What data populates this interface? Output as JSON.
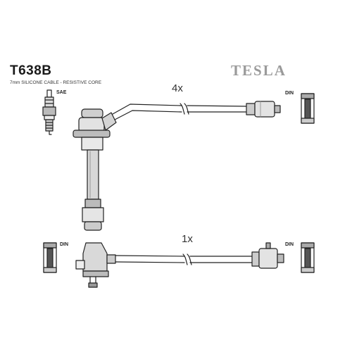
{
  "header": {
    "model": "T638B",
    "subtitle": "7mm SILICONE CABLE - RESISTIVE CORE",
    "brand": "TESLA"
  },
  "quantities": {
    "top_set": "4x",
    "bottom_set": "1x"
  },
  "connector_labels": {
    "spark_plug": "SAE",
    "din_top_right": "DIN",
    "din_bottom_left": "DIN",
    "din_bottom_right": "DIN"
  }
}
